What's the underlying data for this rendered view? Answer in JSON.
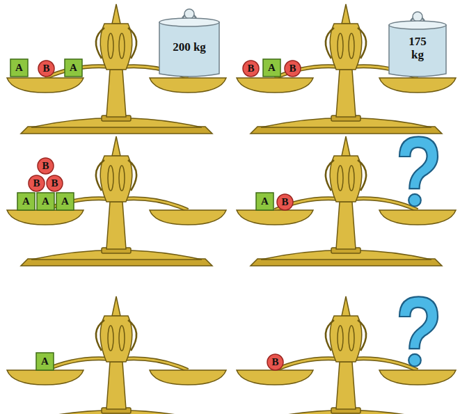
{
  "diagram": {
    "nodes": [
      {
        "text": [
          "A"
        ]
      },
      {
        "text": [
          "B"
        ]
      },
      {
        "text": [
          "A"
        ]
      },
      {
        "text": [
          "200 kg"
        ]
      },
      {
        "text": [
          "B"
        ]
      },
      {
        "text": [
          "A"
        ]
      },
      {
        "text": [
          "B"
        ]
      },
      {
        "text": [
          "175 kg"
        ]
      },
      {
        "text": [
          "B"
        ]
      },
      {
        "text": [
          "B"
        ]
      },
      {
        "text": [
          "B"
        ]
      },
      {
        "text": [
          "A"
        ]
      },
      {
        "text": [
          "A"
        ]
      },
      {
        "text": [
          "A"
        ]
      },
      {
        "text": [
          "A"
        ]
      },
      {
        "text": [
          "B"
        ]
      },
      {
        "text": [
          "A"
        ]
      },
      {
        "text": [
          "B"
        ]
      }
    ]
  }
}
